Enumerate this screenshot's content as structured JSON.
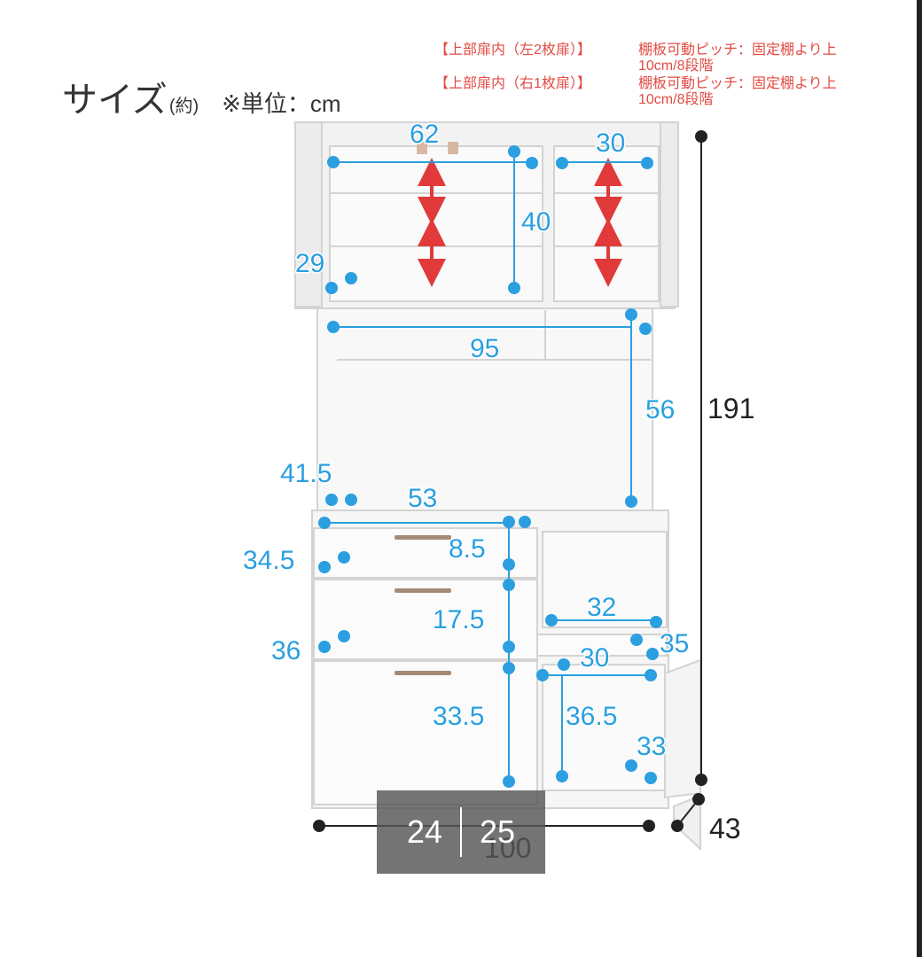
{
  "header": {
    "title": "サイズ",
    "approx": "(約)",
    "unit_note": "※単位：cm"
  },
  "notes": [
    {
      "label": "【上部扉内（左2枚扉）】",
      "text": "棚板可動ピッチ：固定棚より上10cm/8段階"
    },
    {
      "label": "【上部扉内（右1枚扉）】",
      "text": "棚板可動ピッチ：固定棚より上10cm/8段階"
    }
  ],
  "dimensions": {
    "upper_left_width": "62",
    "upper_right_width": "30",
    "upper_height": "40",
    "upper_depth": "29",
    "opening_width": "95",
    "opening_height": "56",
    "total_height": "191",
    "counter_depth": "41.5",
    "drawer_width": "53",
    "drawer1_height": "8.5",
    "drawer_depth_1": "34.5",
    "drawer2_height": "17.5",
    "drawer_depth_2": "36",
    "drawer3_height": "33.5",
    "slide_width": "32",
    "slide_depth": "35",
    "cabinet_width": "30",
    "cabinet_height": "36.5",
    "cabinet_depth": "33",
    "total_width": "100",
    "total_depth": "43"
  },
  "pager": {
    "current": "24",
    "total": "25"
  },
  "colors": {
    "dimension": "#2b9fe0",
    "arrow": "#e03a3a",
    "note": "#e24b43",
    "pager_bg": "#555555"
  }
}
